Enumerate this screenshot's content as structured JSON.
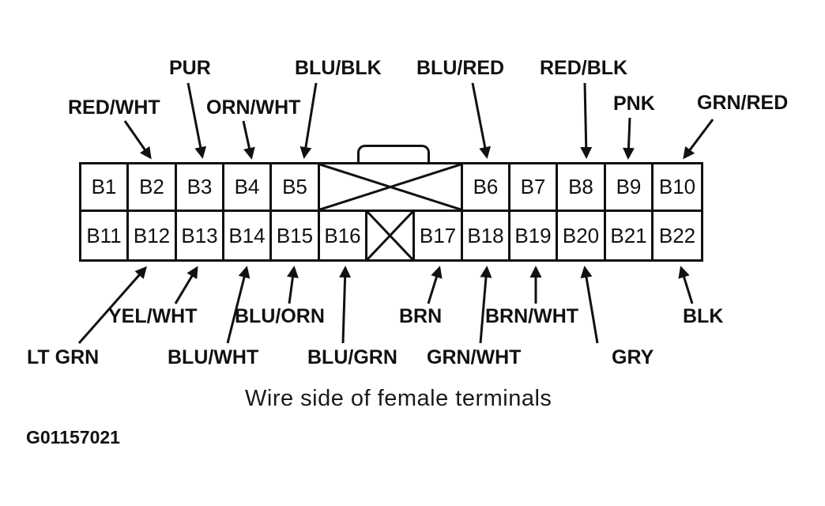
{
  "caption": "Wire side of female terminals",
  "figure_id": "G01157021",
  "connector": {
    "description": "22-pin female connector, wire side view, two rows",
    "top_pins": [
      "B1",
      "B2",
      "B3",
      "B4",
      "B5",
      "B6",
      "B7",
      "B8",
      "B9",
      "B10"
    ],
    "bottom_pins": [
      "B11",
      "B12",
      "B13",
      "B14",
      "B15",
      "B16",
      "B17",
      "B18",
      "B19",
      "B20",
      "B21",
      "B22"
    ],
    "blocked_regions": [
      "top row: wide crossed-out keyway between B5 and B6",
      "bottom row: single crossed-out slot between B16 and B17"
    ]
  },
  "wire_labels": [
    {
      "text": "RED/WHT",
      "pin": "B2",
      "side": "top"
    },
    {
      "text": "PUR",
      "pin": "B3",
      "side": "top"
    },
    {
      "text": "ORN/WHT",
      "pin": "B4",
      "side": "top"
    },
    {
      "text": "BLU/BLK",
      "pin": "B5",
      "side": "top"
    },
    {
      "text": "BLU/RED",
      "pin": "B6",
      "side": "top"
    },
    {
      "text": "RED/BLK",
      "pin": "B8",
      "side": "top"
    },
    {
      "text": "PNK",
      "pin": "B9",
      "side": "top"
    },
    {
      "text": "GRN/RED",
      "pin": "B10",
      "side": "top"
    },
    {
      "text": "LT GRN",
      "pin": "B12",
      "side": "bottom"
    },
    {
      "text": "YEL/WHT",
      "pin": "B13",
      "side": "bottom"
    },
    {
      "text": "BLU/WHT",
      "pin": "B14",
      "side": "bottom"
    },
    {
      "text": "BLU/ORN",
      "pin": "B15",
      "side": "bottom"
    },
    {
      "text": "BLU/GRN",
      "pin": "B16",
      "side": "bottom"
    },
    {
      "text": "BRN",
      "pin": "B17",
      "side": "bottom"
    },
    {
      "text": "GRN/WHT",
      "pin": "B18",
      "side": "bottom"
    },
    {
      "text": "BRN/WHT",
      "pin": "B19",
      "side": "bottom"
    },
    {
      "text": "GRY",
      "pin": "B20",
      "side": "bottom"
    },
    {
      "text": "BLK",
      "pin": "B22",
      "side": "bottom"
    }
  ]
}
